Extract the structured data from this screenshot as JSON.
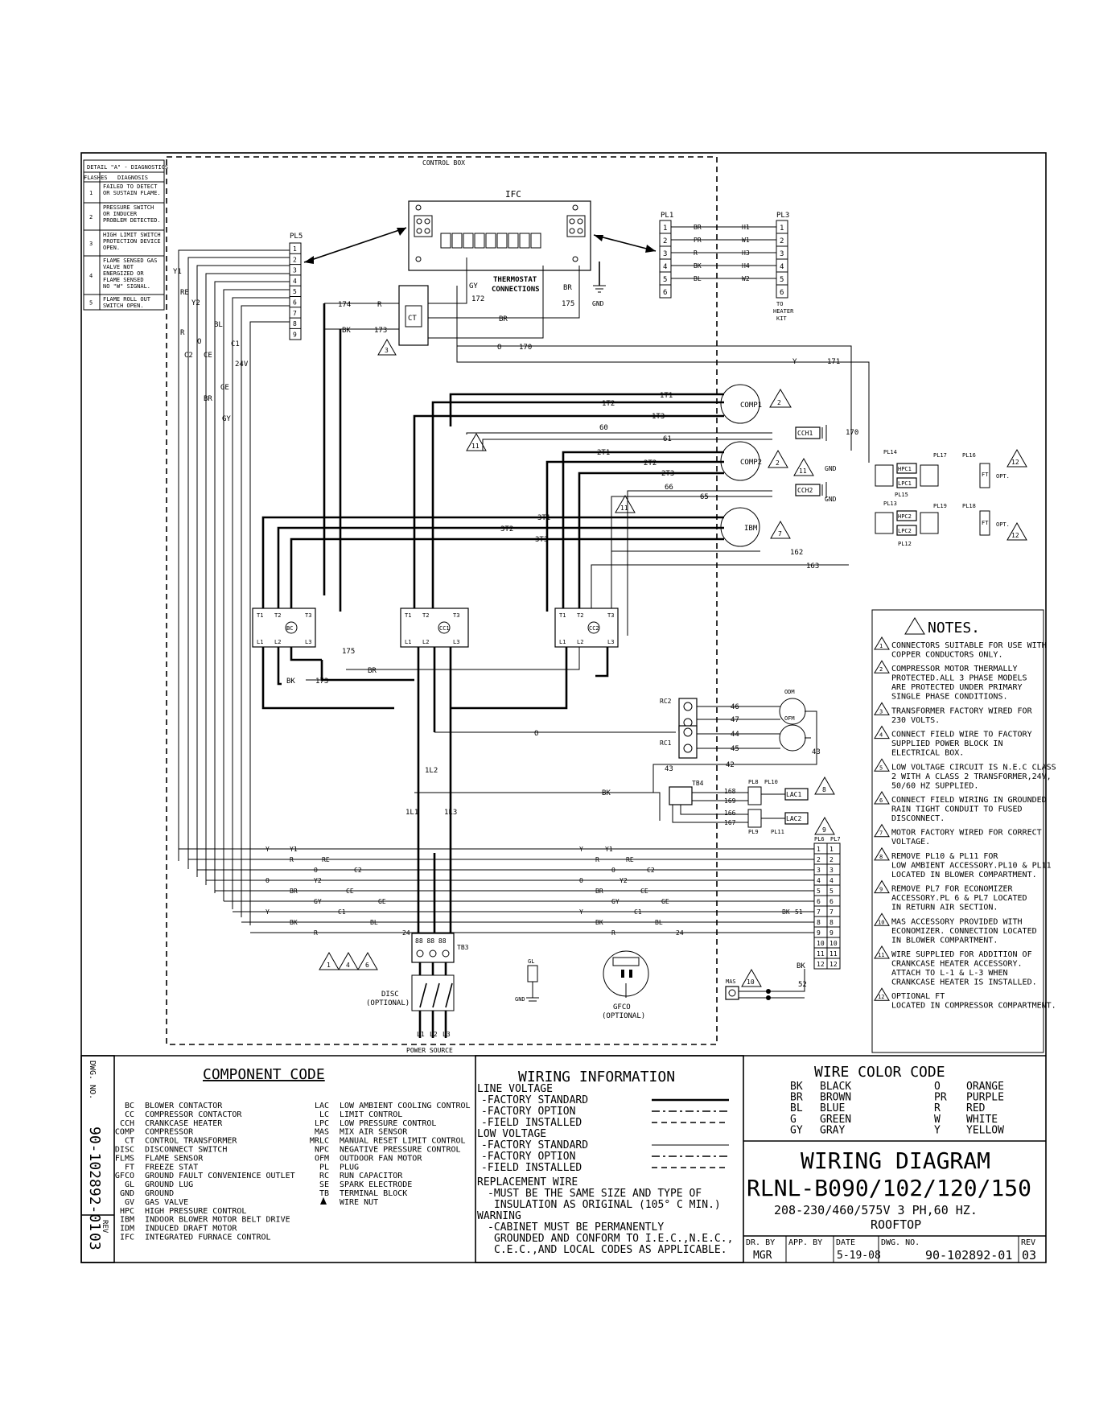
{
  "diagnostics": {
    "title": "DETAIL \"A\" - DIAGNOSTICS",
    "col_flashes": "FLASHES",
    "col_diagnosis": "DIAGNOSIS",
    "rows": [
      {
        "n": "1",
        "lines": [
          "FAILED TO DETECT",
          "OR SUSTAIN FLAME."
        ]
      },
      {
        "n": "2",
        "lines": [
          "PRESSURE SWITCH",
          "OR INDUCER",
          "PROBLEM DETECTED."
        ]
      },
      {
        "n": "3",
        "lines": [
          "HIGH LIMIT SWITCH",
          "PROTECTION DEVICE",
          "OPEN."
        ]
      },
      {
        "n": "4",
        "lines": [
          "FLAME SENSED GAS",
          "VALVE NOT",
          "ENERGIZED OR",
          "FLAME SENSED",
          "NO \"W\" SIGNAL."
        ]
      },
      {
        "n": "5",
        "lines": [
          "FLAME ROLL OUT",
          "SWITCH OPEN."
        ]
      }
    ]
  },
  "labels": {
    "control_box": "CONTROL BOX",
    "ifc": "IFC",
    "pl5": "PL5",
    "pl1": "PL1",
    "pl3": "PL3",
    "thermostat": [
      "THERMOSTAT",
      "CONNECTIONS"
    ],
    "gnd": "GND",
    "to_heater": [
      "TO",
      "HEATER",
      "KIT"
    ],
    "ct": "CT",
    "comp1": "COMP1",
    "comp2": "COMP2",
    "ibm": "IBM",
    "odm": "ODM",
    "ofm": "OFM",
    "rc1": "RC1",
    "rc2": "RC2",
    "tb3": "TB3",
    "tb4": "TB4",
    "disc": [
      "DISC",
      "(OPTIONAL)"
    ],
    "gfco": [
      "GFCO",
      "(OPTIONAL)"
    ],
    "gl": "GL",
    "power_source": "POWER SOURCE",
    "mas": "MAS",
    "opt": "OPT.",
    "hpc1": "HPC1",
    "lpc1": "LPC1",
    "hpc2": "HPC2",
    "lpc2": "LPC2",
    "cch1": "CCH1",
    "cch2": "CCH2",
    "lac1": "LAC1",
    "lac2": "LAC2",
    "pl6": "PL6",
    "pl7": "PL7",
    "pl8": "PL8",
    "pl9": "PL9",
    "pl10": "PL10",
    "pl11": "PL11",
    "pl12": "PL12",
    "pl13": "PL13",
    "pl14": "PL14",
    "pl15": "PL15",
    "pl16": "PL16",
    "pl17": "PL17",
    "pl18": "PL18",
    "pl19": "PL19",
    "ft": "FT"
  },
  "pl1_wires": [
    {
      "pin": "1",
      "color": "BR",
      "to": "H1"
    },
    {
      "pin": "2",
      "color": "PR",
      "to": "W1"
    },
    {
      "pin": "3",
      "color": "R",
      "to": "H3"
    },
    {
      "pin": "4",
      "color": "BK",
      "to": "H4"
    },
    {
      "pin": "5",
      "color": "BL",
      "to": "W2"
    },
    {
      "pin": "6",
      "color": "",
      "to": ""
    }
  ],
  "pl5_pins": [
    "1",
    "2",
    "3",
    "4",
    "5",
    "6",
    "7",
    "8",
    "9"
  ],
  "pl3_pins": [
    "1",
    "2",
    "3",
    "4",
    "5",
    "6"
  ],
  "pl6_pins": [
    "1",
    "2",
    "3",
    "4",
    "5",
    "6",
    "7",
    "8",
    "9",
    "10",
    "11",
    "12"
  ],
  "field_wires": {
    "y1": "Y1",
    "re": "RE",
    "c2": "C2",
    "y2": "Y2",
    "ce": "CE",
    "ge": "GE",
    "c1": "C1",
    "bl": "BL",
    "r24": "24",
    "y": "Y",
    "r": "R",
    "o": "O",
    "br": "BR",
    "bk": "BK",
    "gy": "GY"
  },
  "wire_numbers": {
    "w174": "174",
    "w173": "173",
    "w172": "172",
    "w175": "175",
    "w170": "170",
    "w171": "171",
    "w111": "1T1",
    "w1t2": "1T2",
    "w1t3": "1T3",
    "w60": "60",
    "w61": "61",
    "w2t1": "2T1",
    "w2t2": "2T2",
    "w2t3": "2T3",
    "w66": "66",
    "w65": "65",
    "w3t1": "3T1",
    "w3t2": "3T2",
    "w3t3": "3T3",
    "w162": "162",
    "w163": "163",
    "w46": "46",
    "w47": "47",
    "w44": "44",
    "w45": "45",
    "w42": "42",
    "w43": "43",
    "w168": "168",
    "w169": "169",
    "w166": "166",
    "w167": "167",
    "w51": "51",
    "w52": "52",
    "w1l1": "1L1",
    "w1l2": "1L2",
    "w1l3": "1L3",
    "w24v": "24V"
  },
  "notes": {
    "title": "NOTES.",
    "items": [
      {
        "n": "1",
        "lines": [
          "CONNECTORS SUITABLE FOR USE WITH",
          "COPPER CONDUCTORS ONLY."
        ]
      },
      {
        "n": "2",
        "lines": [
          "COMPRESSOR MOTOR THERMALLY",
          "PROTECTED.ALL 3 PHASE MODELS",
          "ARE PROTECTED UNDER PRIMARY",
          "SINGLE PHASE CONDITIONS."
        ]
      },
      {
        "n": "3",
        "lines": [
          "TRANSFORMER FACTORY WIRED FOR",
          "230 VOLTS."
        ]
      },
      {
        "n": "4",
        "lines": [
          "CONNECT FIELD WIRE TO FACTORY",
          "SUPPLIED POWER BLOCK IN",
          "ELECTRICAL BOX."
        ]
      },
      {
        "n": "5",
        "lines": [
          "LOW VOLTAGE CIRCUIT IS N.E.C CLASS",
          "2 WITH A CLASS 2 TRANSFORMER,24V,",
          "50/60 HZ SUPPLIED."
        ]
      },
      {
        "n": "6",
        "lines": [
          "CONNECT FIELD WIRING IN GROUNDED",
          "RAIN TIGHT CONDUIT TO FUSED",
          "DISCONNECT."
        ]
      },
      {
        "n": "7",
        "lines": [
          "MOTOR FACTORY WIRED FOR CORRECT",
          "VOLTAGE."
        ]
      },
      {
        "n": "8",
        "lines": [
          "REMOVE PL10 & PL11 FOR",
          "LOW AMBIENT ACCESSORY.PL10 & PL11",
          "LOCATED IN BLOWER COMPARTMENT."
        ]
      },
      {
        "n": "9",
        "lines": [
          "REMOVE PL7 FOR ECONOMIZER",
          "ACCESSORY.PL 6 & PL7 LOCATED",
          "IN RETURN AIR SECTION."
        ]
      },
      {
        "n": "10",
        "lines": [
          "MAS ACCESSORY PROVIDED WITH",
          "ECONOMIZER. CONNECTION LOCATED",
          "IN BLOWER COMPARTMENT."
        ]
      },
      {
        "n": "11",
        "lines": [
          "WIRE SUPPLIED FOR ADDITION OF",
          "CRANKCASE HEATER ACCESSORY.",
          "ATTACH TO L-1 & L-3 WHEN",
          "CRANKCASE HEATER IS INSTALLED."
        ]
      },
      {
        "n": "12",
        "lines": [
          "OPTIONAL FT",
          "LOCATED IN COMPRESSOR COMPARTMENT."
        ]
      }
    ]
  },
  "component_code": {
    "title": "COMPONENT CODE",
    "left": [
      {
        "code": "BC",
        "desc": "BLOWER CONTACTOR"
      },
      {
        "code": "CC",
        "desc": "COMPRESSOR CONTACTOR"
      },
      {
        "code": "CCH",
        "desc": "CRANKCASE HEATER"
      },
      {
        "code": "COMP",
        "desc": "COMPRESSOR"
      },
      {
        "code": "CT",
        "desc": "CONTROL TRANSFORMER"
      },
      {
        "code": "DISC",
        "desc": "DISCONNECT SWITCH"
      },
      {
        "code": "FLMS",
        "desc": "FLAME SENSOR"
      },
      {
        "code": "FT",
        "desc": "FREEZE STAT"
      },
      {
        "code": "GFCO",
        "desc": "GROUND FAULT CONVENIENCE OUTLET"
      },
      {
        "code": "GL",
        "desc": "GROUND LUG"
      },
      {
        "code": "GND",
        "desc": "GROUND"
      },
      {
        "code": "GV",
        "desc": "GAS VALVE"
      },
      {
        "code": "HPC",
        "desc": "HIGH PRESSURE CONTROL"
      },
      {
        "code": "IBM",
        "desc": "INDOOR BLOWER MOTOR BELT DRIVE"
      },
      {
        "code": "IDM",
        "desc": "INDUCED DRAFT MOTOR"
      },
      {
        "code": "IFC",
        "desc": "INTEGRATED FURNACE CONTROL"
      }
    ],
    "right": [
      {
        "code": "LAC",
        "desc": "LOW AMBIENT COOLING CONTROL"
      },
      {
        "code": "LC",
        "desc": "LIMIT CONTROL"
      },
      {
        "code": "LPC",
        "desc": "LOW PRESSURE CONTROL"
      },
      {
        "code": "MAS",
        "desc": "MIX AIR SENSOR"
      },
      {
        "code": "MRLC",
        "desc": "MANUAL RESET LIMIT CONTROL"
      },
      {
        "code": "NPC",
        "desc": "NEGATIVE PRESSURE CONTROL"
      },
      {
        "code": "OFM",
        "desc": "OUTDOOR FAN MOTOR"
      },
      {
        "code": "PL",
        "desc": "PLUG"
      },
      {
        "code": "RC",
        "desc": "RUN CAPACITOR"
      },
      {
        "code": "SE",
        "desc": "SPARK ELECTRODE"
      },
      {
        "code": "TB",
        "desc": "TERMINAL BLOCK"
      },
      {
        "code": "",
        "desc": "WIRE NUT"
      }
    ]
  },
  "wiring_info": {
    "title": "WIRING INFORMATION",
    "line_voltage": "LINE VOLTAGE",
    "low_voltage": "LOW VOLTAGE",
    "factory_standard": "-FACTORY STANDARD",
    "factory_option": "-FACTORY OPTION",
    "field_installed": "-FIELD INSTALLED",
    "replacement": [
      "REPLACEMENT WIRE",
      "-MUST BE THE SAME SIZE AND TYPE OF",
      "INSULATION AS ORIGINAL (105° C MIN.)"
    ],
    "warning": [
      "WARNING",
      "-CABINET MUST BE PERMANENTLY",
      "GROUNDED AND CONFORM TO I.E.C.,N.E.C.,",
      "C.E.C.,AND LOCAL CODES AS APPLICABLE."
    ]
  },
  "wire_color_code": {
    "title": "WIRE COLOR CODE",
    "left": [
      {
        "code": "BK",
        "name": "BLACK"
      },
      {
        "code": "BR",
        "name": "BROWN"
      },
      {
        "code": "BL",
        "name": "BLUE"
      },
      {
        "code": "G",
        "name": "GREEN"
      },
      {
        "code": "GY",
        "name": "GRAY"
      }
    ],
    "right": [
      {
        "code": "O",
        "name": "ORANGE"
      },
      {
        "code": "PR",
        "name": "PURPLE"
      },
      {
        "code": "R",
        "name": "RED"
      },
      {
        "code": "W",
        "name": "WHITE"
      },
      {
        "code": "Y",
        "name": "YELLOW"
      }
    ]
  },
  "title_block": {
    "title": "WIRING DIAGRAM",
    "model": "RLNL-B090/102/120/150",
    "voltage": "208-230/460/575V 3 PH,60 HZ.",
    "type": "ROOFTOP",
    "dr_by_label": "DR. BY",
    "dr_by": "MGR",
    "app_by_label": "APP. BY",
    "date_label": "DATE",
    "date": "5-19-08",
    "dwg_no_label": "DWG. NO.",
    "dwg_no": "90-102892-01",
    "rev_label": "REV",
    "rev": "03"
  }
}
